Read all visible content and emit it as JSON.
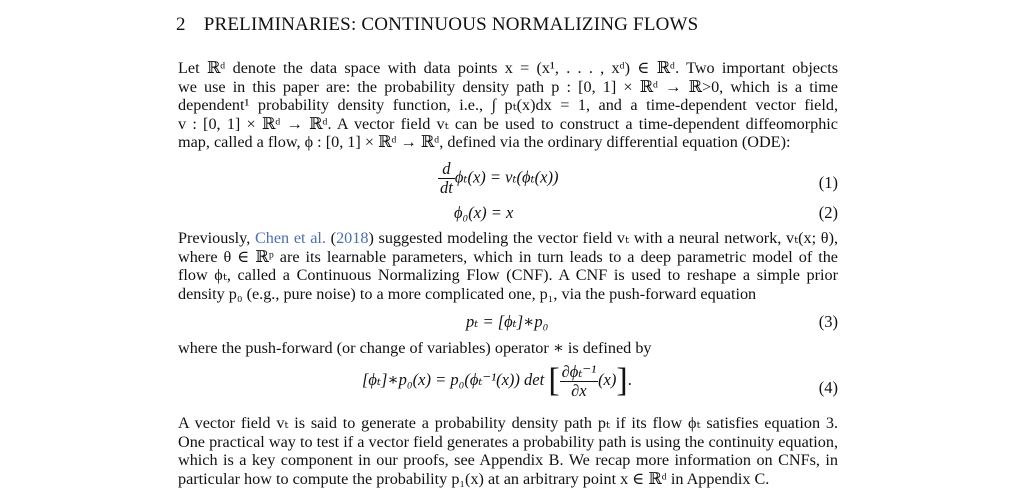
{
  "section": {
    "number": "2",
    "title_parts": [
      "P",
      "RELIMINARIES",
      ": C",
      "ONTINUOUS",
      " N",
      "ORMALIZING",
      " F",
      "LOWS"
    ]
  },
  "para1": {
    "lines": [
      "Let ℝᵈ denote the data space with data points x = (x¹, . . . , xᵈ) ∈ ℝᵈ. Two important objects",
      "we use in this paper are: the probability density path p : [0, 1] × ℝᵈ → ℝ>0, which is a time",
      "dependent¹ probability density function, i.e., ∫ pₜ(x)dx = 1, and a time-dependent vector field,",
      "v : [0, 1] × ℝᵈ → ℝᵈ. A vector field vₜ can be used to construct a time-dependent diffeomorphic",
      "map, called a flow, ϕ : [0, 1] × ℝᵈ → ℝᵈ, defined via the ordinary differential equation (ODE):"
    ]
  },
  "eq1": {
    "numerator": "d",
    "denominator": "dt",
    "rhs": "ϕₜ(x) = vₜ(ϕₜ(x))",
    "number": "(1)"
  },
  "eq2": {
    "text": "ϕ₀(x) = x",
    "number": "(2)"
  },
  "para2": {
    "line1_pre": "Previously, ",
    "citation": "Chen et al.",
    "citation_year_open": " (",
    "citation_year": "2018",
    "line1_post": ") suggested modeling the vector field vₜ with a neural network, vₜ(x; θ),",
    "lines": [
      "where θ ∈ ℝᵖ are its learnable parameters, which in turn leads to a deep parametric model of the",
      "flow ϕₜ, called a Continuous Normalizing Flow (CNF). A CNF is used to reshape a simple prior",
      "density p₀ (e.g., pure noise) to a more complicated one, p₁, via the push-forward equation"
    ]
  },
  "eq3": {
    "text": "pₜ = [ϕₜ]∗p₀",
    "number": "(3)"
  },
  "para3": {
    "text": "where the push-forward (or change of variables) operator ∗ is defined by"
  },
  "eq4": {
    "lhs": "[ϕₜ]∗p₀(x) = p₀(ϕₜ⁻¹(x)) det",
    "numerator": "∂ϕₜ⁻¹",
    "denominator": "∂x",
    "arg": "(x)",
    "number": "(4)"
  },
  "para4": {
    "lines": [
      "A vector field vₜ is said to generate a probability density path pₜ if its flow ϕₜ satisfies equation 3.",
      "One practical way to test if a vector field generates a probability path is using the continuity equation,",
      "which is a key component in our proofs, see Appendix B. We recap more information on CNFs, in",
      "particular how to compute the probability p₁(x) at an arbitrary point x ∈ ℝᵈ in Appendix C."
    ]
  }
}
